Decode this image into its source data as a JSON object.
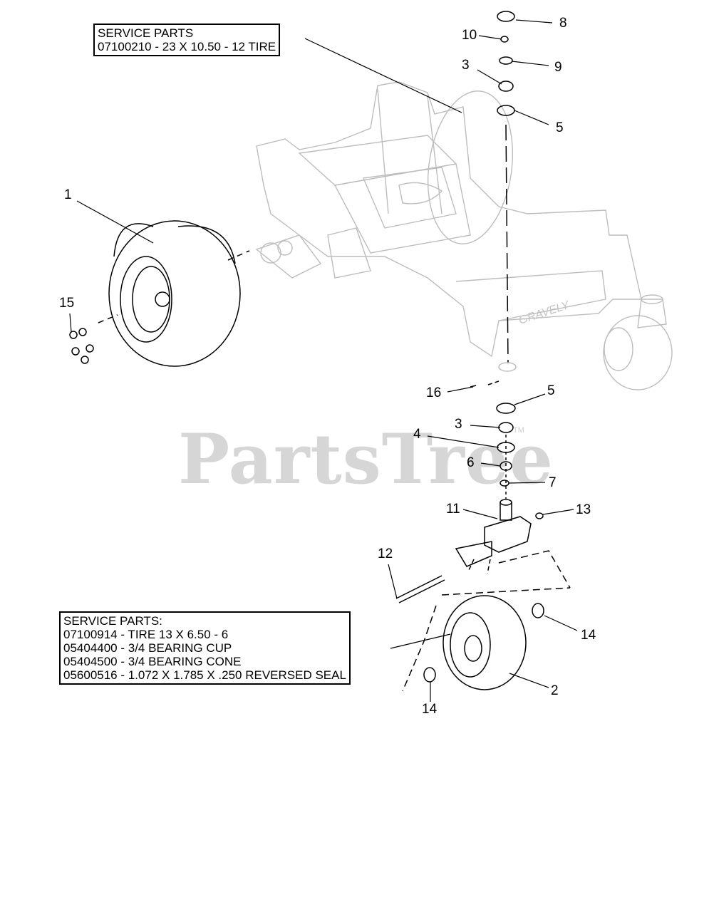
{
  "watermark": {
    "text": "PartsTree",
    "trademark": "TM"
  },
  "frame_brand": "GRAVELY",
  "service_box_top": {
    "lines": [
      "SERVICE PARTS",
      "07100210 - 23 X 10.50 - 12 TIRE"
    ]
  },
  "service_box_bottom": {
    "lines": [
      "SERVICE PARTS:",
      "07100914 - TIRE 13 X 6.50 - 6",
      "05404400 - 3/4 BEARING CUP",
      "05404500 - 3/4 BEARING CONE",
      "05600516 - 1.072 X 1.785 X .250 REVERSED SEAL"
    ]
  },
  "callouts": {
    "c1": "1",
    "c2": "2",
    "c3a": "3",
    "c3b": "3",
    "c4": "4",
    "c5a": "5",
    "c5b": "5",
    "c6": "6",
    "c7": "7",
    "c8": "8",
    "c9": "9",
    "c10": "10",
    "c11": "11",
    "c12": "12",
    "c13": "13",
    "c14a": "14",
    "c14b": "14",
    "c15": "15",
    "c16": "16"
  }
}
